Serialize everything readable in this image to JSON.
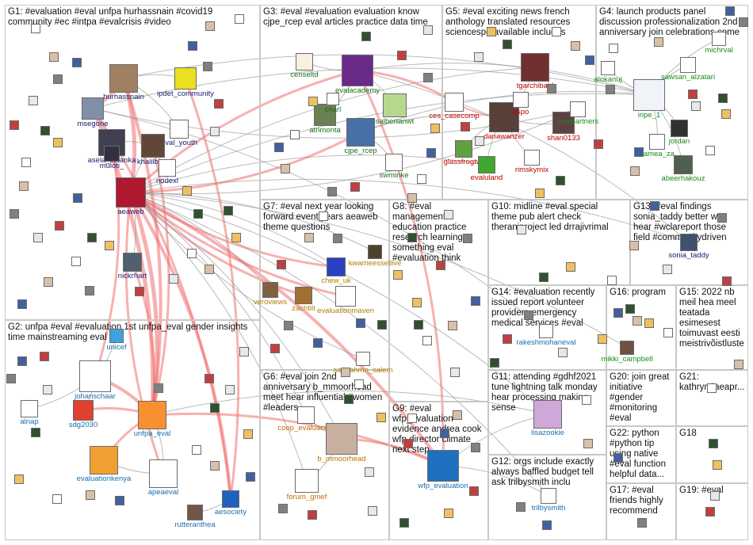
{
  "colors": {
    "edge_gray": "#8c8c8c",
    "edge_red": "#f07070",
    "group_border": "#c8c8c8",
    "label_g1": "#1a1a6e",
    "label_g2": "#1a6eb0",
    "label_g3": "#1a6e1a",
    "label_g5": "#c00000",
    "label_g4": "#1a8a1a",
    "label_g6": "#c07000",
    "label_g7": "#b08000"
  },
  "groups": [
    {
      "id": "G1",
      "title": "G1: #evaluation #eval unfpa hurhassnain #covid19\ncommunity #ec #intpa #evalcrisis #video"
    },
    {
      "id": "G2",
      "title": "G2: unfpa #eval #evaluation 1st unfpa_eval gender insights\ntime mainstreaming eval"
    },
    {
      "id": "G3",
      "title": "G3: #eval #evaluation evaluation know\ncjpe_rcep eval articles practice data time"
    },
    {
      "id": "G4",
      "title": "G4: launch products panel\ndiscussion professionalization 2nd\nanniversary join celebrations come"
    },
    {
      "id": "G5",
      "title": "G5: #eval exciting news french\nanthology translated resources\nsciencespo available includes"
    },
    {
      "id": "G6",
      "title": "G6: #eval join 2nd\nanniversary b_mmoorhead\nmeet hear influential #women\n#leaders"
    },
    {
      "id": "G7",
      "title": "G7: #eval next year looking\nforward event years aeaweb\ntheme questions"
    },
    {
      "id": "G8",
      "title": "G8: #eval management\neducation practice\nresearch learning\nsomething eval\n#evaluation think"
    },
    {
      "id": "G9",
      "title": "G9: #eval\nwfp_evaluation\nevidence andrea cook\nwfp director climate\nnext step"
    },
    {
      "id": "G10",
      "title": "G10: midline #eval special\ntheme pub alert check\ntheraniproject led drrajivrimal"
    },
    {
      "id": "G11",
      "title": "G11: attending #gdhf2021\ntune lightning talk monday\nhear processing making\nsense"
    },
    {
      "id": "G12",
      "title": "G12: orgs include exactly\nalways baffled budget tell\nask trilbysmith inclu"
    },
    {
      "id": "G13",
      "title": "G13: #eval findings\nsonia_taddy better way\nhear #wclareport those\nfield #communitydriven"
    },
    {
      "id": "G14",
      "title": "G14: #evaluation recently\nissued report volunteer\nproviders emergency\nmedical services #eval"
    },
    {
      "id": "G15",
      "title": "G15: 2022 nb\nmeil hea meel\nteatada\nesimesest\ntoimuvast eesti\nmeistrivõistluste"
    },
    {
      "id": "G16",
      "title": "G16: program"
    },
    {
      "id": "G17",
      "title": "G17: #eval\nfriends highly\nrecommend"
    },
    {
      "id": "G18",
      "title": "G18"
    },
    {
      "id": "G19",
      "title": "G19: #eval"
    },
    {
      "id": "G20",
      "title": "G20: join great\ninitiative\n#gender\n#monitoring\n#eval"
    },
    {
      "id": "G21",
      "title": "G21:\nkathryn4aeapr..."
    },
    {
      "id": "G22",
      "title": "G22: python\n#python tip\nusing native\n#eval function\nhelpful data..."
    }
  ],
  "nodes": [
    {
      "id": "hurhassnain",
      "label": "hurhassnain",
      "fill": "#a08060"
    },
    {
      "id": "ipdet_community",
      "label": "ipdet_community",
      "fill": "#e8e020"
    },
    {
      "id": "msegone",
      "label": "msegone",
      "fill": "#8090a8"
    },
    {
      "id": "eval_youth",
      "label": "eval_youth",
      "fill": "#ffffff"
    },
    {
      "id": "asela_srilanka",
      "label": "asela_srilanka",
      "fill": "#404050"
    },
    {
      "id": "muloti",
      "label": "muloti_",
      "fill": "#303040"
    },
    {
      "id": "khalilbitar",
      "label": "khalilbitar",
      "fill": "#604838"
    },
    {
      "id": "nodexl",
      "label": "nodexl",
      "fill": "#ffffff"
    },
    {
      "id": "aeaweb",
      "label": "aeaweb",
      "fill": "#b01830"
    },
    {
      "id": "nickrhart",
      "label": "nickrhart",
      "fill": "#506070"
    },
    {
      "id": "censeltd",
      "label": "censeltd",
      "fill": "#f8f0e0"
    },
    {
      "id": "evalacademy",
      "label": "evalacademy",
      "fill": "#6a2a8a"
    },
    {
      "id": "atrimonta",
      "label": "atrimonta",
      "fill": "#6a8050"
    },
    {
      "id": "cjpe_rcep",
      "label": "cjpe_rcep",
      "fill": "#4870a8"
    },
    {
      "id": "salbertanwt",
      "label": "salbertanwt",
      "fill": "#b8d890"
    },
    {
      "id": "swminke",
      "label": "swminke",
      "fill": "#ffffff"
    },
    {
      "id": "tgarchibald",
      "label": "tgarchibald",
      "fill": "#703030"
    },
    {
      "id": "ces_casecomp",
      "label": "ces_casecomp",
      "fill": "#ffffff"
    },
    {
      "id": "danawanzer",
      "label": "danawanzer",
      "fill": "#584038"
    },
    {
      "id": "shan0133",
      "label": "shan0133",
      "fill": "#604040"
    },
    {
      "id": "glassfrogtwt",
      "label": "glassfrogtwt",
      "fill": "#60a040"
    },
    {
      "id": "rimskymix",
      "label": "rimskymix",
      "fill": "#ffffff"
    },
    {
      "id": "evaluland",
      "label": "evaluland",
      "fill": "#40a830"
    },
    {
      "id": "alokanuj",
      "label": "alokanuj",
      "fill": "#ffffff"
    },
    {
      "id": "sawsan_alzatari",
      "label": "sawsan_alzatari",
      "fill": "#ffffff"
    },
    {
      "id": "michrval",
      "label": "michrval",
      "fill": "#ffffff"
    },
    {
      "id": "iripe_1",
      "label": "iripe_1",
      "fill": "#f0f4f8"
    },
    {
      "id": "evalpartners",
      "label": "evalpartners",
      "fill": "#ffffff"
    },
    {
      "id": "jordan",
      "label": "jordan",
      "fill": "#303030"
    },
    {
      "id": "samea_za",
      "label": "samea_za",
      "fill": "#ffffff"
    },
    {
      "id": "abeerhakouz",
      "label": "abeerhakouz",
      "fill": "#506050"
    },
    {
      "id": "kwameessellive",
      "label": "kwameessellive",
      "fill": "#504030"
    },
    {
      "id": "chew_uk",
      "label": "chew_uk",
      "fill": "#2a40c0"
    },
    {
      "id": "veroviews",
      "label": "veroviews",
      "fill": "#806040"
    },
    {
      "id": "zachtilt",
      "label": "zachtilt",
      "fill": "#a07030"
    },
    {
      "id": "evaluationmaven",
      "label": "evaluationmaven",
      "fill": "#ffffff"
    },
    {
      "id": "sonia_taddy",
      "label": "sonia_taddy",
      "fill": "#405070"
    },
    {
      "id": "rakeshmohaneval",
      "label": "rakeshmohaneval",
      "fill": "#ffffff"
    },
    {
      "id": "mikki_campbell",
      "label": "mikki_campbell",
      "fill": "#705040"
    },
    {
      "id": "unicef",
      "label": "unicef",
      "fill": "#40a0e0"
    },
    {
      "id": "johanschaar",
      "label": "johanschaar",
      "fill": "#ffffff"
    },
    {
      "id": "alnap",
      "label": "alnap",
      "fill": "#ffffff"
    },
    {
      "id": "sdg2030",
      "label": "sdg2030",
      "fill": "#e04030"
    },
    {
      "id": "unfpa_eval",
      "label": "unfpa_eval",
      "fill": "#f89030"
    },
    {
      "id": "evaluationkenya",
      "label": "evaluationkenya",
      "fill": "#f0a030"
    },
    {
      "id": "apeaeval",
      "label": "apeaeval",
      "fill": "#ffffff"
    },
    {
      "id": "aesociety",
      "label": "aesociety",
      "fill": "#2060c0"
    },
    {
      "id": "rutteranthea",
      "label": "rutteranthea",
      "fill": "#705848"
    },
    {
      "id": "coop_evaluacion",
      "label": "coop_evaluacion",
      "fill": "#ffffff"
    },
    {
      "id": "b_mmoorhead",
      "label": "b_mmoorhead",
      "fill": "#c8b0a0"
    },
    {
      "id": "forum_gmef",
      "label": "forum_gmef",
      "fill": "#ffffff"
    },
    {
      "id": "sanaahmn_salem",
      "label": "sanaahmn_salem",
      "fill": "#ffffff"
    },
    {
      "id": "wfp_evaluation",
      "label": "wfp_evaluation",
      "fill": "#2070c0"
    },
    {
      "id": "lisazookie",
      "label": "lisazookie",
      "fill": "#d0a8d8"
    },
    {
      "id": "trilbysmith",
      "label": "trilbysmith",
      "fill": "#ffffff"
    },
    {
      "id": "espo",
      "label": "espo",
      "fill": "#ffffff"
    },
    {
      "id": "charl",
      "label": "charl",
      "fill": "#ffffff"
    }
  ]
}
